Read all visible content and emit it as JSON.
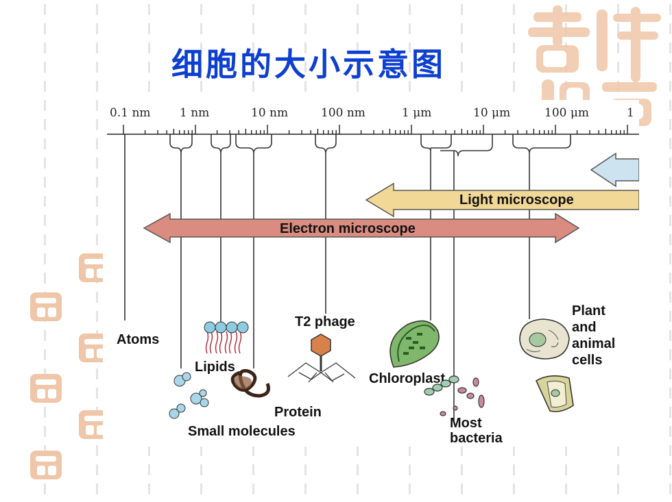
{
  "title": "细胞的大小示意图",
  "scale_labels": [
    "0.1 nm",
    "1 nm",
    "10 nm",
    "100 nm",
    "1 μm",
    "10 μm",
    "100 μm",
    "1"
  ],
  "arrows": {
    "light": "Light microscope",
    "electron": "Electron microscope"
  },
  "items": {
    "atoms": "Atoms",
    "lipids": "Lipids",
    "small_molecules": "Small molecules",
    "protein": "Protein",
    "t2_phage": "T2 phage",
    "chloroplast": "Chloroplast",
    "most_bacteria": [
      "Most",
      "bacteria"
    ],
    "plant_animal_cells": [
      "Plant",
      "and",
      "animal",
      "cells"
    ]
  },
  "seal_text": "吉祥如意",
  "colors": {
    "title": "#0d3fd0",
    "light_arrow": "#f2d896",
    "electron_arrow": "#d98c7f",
    "blue_arrow": "#cde3ef",
    "seal": "#f0c6a8"
  }
}
